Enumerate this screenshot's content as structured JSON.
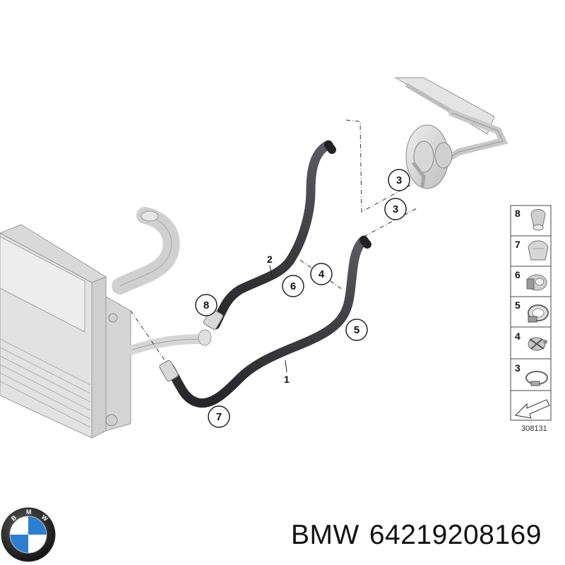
{
  "diagram": {
    "callouts": {
      "c3a": "3",
      "c3b": "3",
      "c4": "4",
      "c5": "5",
      "c6": "6",
      "c7": "7",
      "c8": "8"
    },
    "labels": {
      "part1": "1",
      "part2": "2"
    },
    "legend": [
      {
        "number": "8",
        "icon": "hose-clip-icon"
      },
      {
        "number": "7",
        "icon": "rubber-mount-icon"
      },
      {
        "number": "6",
        "icon": "clamp-icon"
      },
      {
        "number": "5",
        "icon": "hose-clamp-icon"
      },
      {
        "number": "4",
        "icon": "spring-clamp-icon"
      },
      {
        "number": "3",
        "icon": "band-clamp-icon"
      },
      {
        "number": "",
        "icon": "arrow-icon"
      }
    ],
    "reference": "308131"
  },
  "caption": {
    "brand": "BMW",
    "part_number": "64219208169"
  },
  "colors": {
    "hose": "#3a3a3e",
    "component": "#c8c8c8",
    "outline": "#8a8a8a",
    "bmw_blue": "#2b7fd1"
  }
}
